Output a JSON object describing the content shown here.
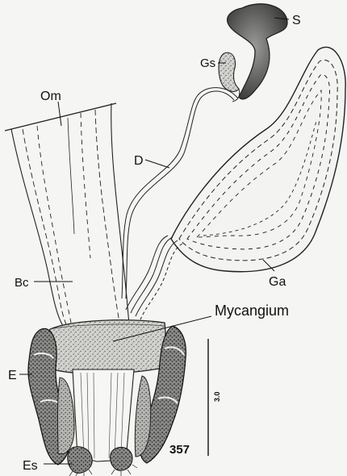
{
  "labels": {
    "S": "S",
    "Gs": "Gs",
    "Om": "Om",
    "D": "D",
    "Bc": "Bc",
    "Ga": "Ga",
    "mycangium": "Mycangium",
    "E": "E",
    "Es": "Es",
    "figure_number": "357",
    "scale_value": "3.0"
  }
}
